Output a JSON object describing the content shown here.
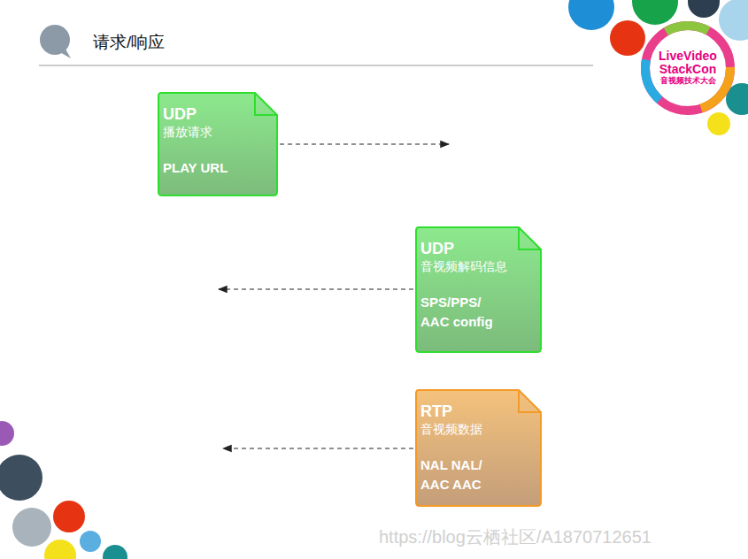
{
  "diagram": {
    "title": "请求/响应",
    "nodes": [
      {
        "text": [
          "UDP",
          "播放请求",
          "PLAY URL"
        ]
      },
      {
        "text": [
          "UDP",
          "音视频解码信息",
          "SPS/PPS/ AAC config"
        ]
      },
      {
        "text": [
          "RTP",
          "音视频数据",
          "NAL NAL/ AAC AAC"
        ]
      }
    ],
    "labels": [
      "LiveVideo",
      "StackCon",
      "音视频技术大会",
      "https://blog云栖社区/A1870712651"
    ]
  }
}
